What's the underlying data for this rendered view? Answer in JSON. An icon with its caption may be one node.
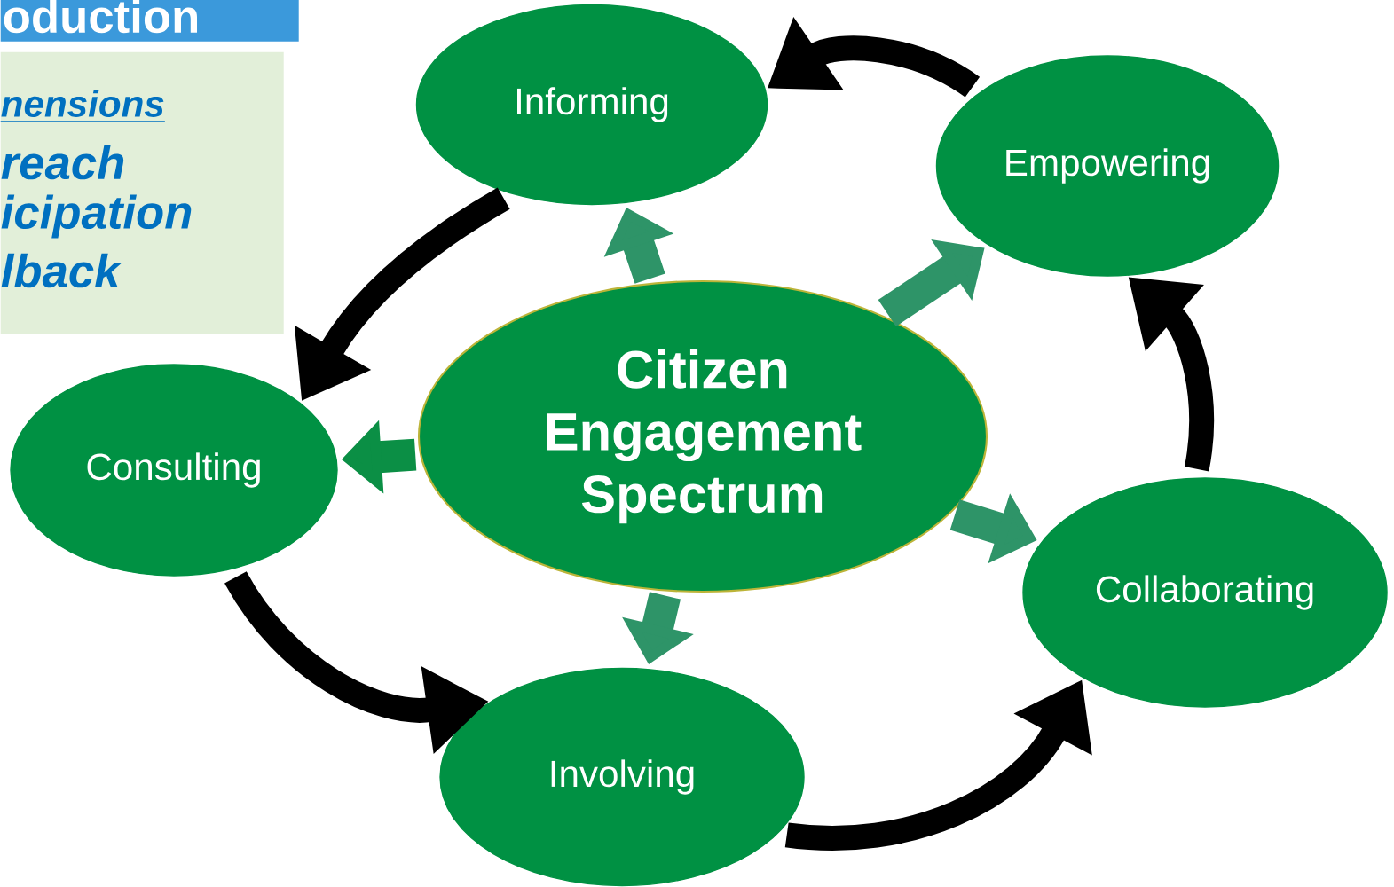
{
  "diagram": {
    "nodes": [
      {
        "text": [
          "oduction"
        ]
      },
      {
        "text": [
          "nensions",
          "reach",
          "icipation",
          "lback"
        ]
      },
      {
        "text": [
          "Citizen Engagement Spectrum"
        ]
      },
      {
        "text": [
          "Informing"
        ]
      },
      {
        "text": [
          "Empowering"
        ]
      },
      {
        "text": [
          "Consulting"
        ]
      },
      {
        "text": [
          "Collaborating"
        ]
      },
      {
        "text": [
          "Involving"
        ]
      }
    ],
    "edges": [
      {
        "from": 2,
        "to": 3,
        "arrow": "to",
        "color": "#2e9468"
      },
      {
        "from": 2,
        "to": 4,
        "arrow": "to",
        "color": "#2e9468"
      },
      {
        "from": 2,
        "to": 5,
        "arrow": "to",
        "color": "#0b8f45"
      },
      {
        "from": 2,
        "to": 6,
        "arrow": "to",
        "color": "#2e9468"
      },
      {
        "from": 2,
        "to": 7,
        "arrow": "to",
        "color": "#2e9468"
      },
      {
        "from": 4,
        "to": 3,
        "arrow": "to"
      },
      {
        "from": 3,
        "to": 5,
        "arrow": "to"
      },
      {
        "from": 5,
        "to": 7,
        "arrow": "to"
      },
      {
        "from": 7,
        "to": 6,
        "arrow": "to"
      },
      {
        "from": 6,
        "to": 4,
        "arrow": "to"
      }
    ]
  }
}
